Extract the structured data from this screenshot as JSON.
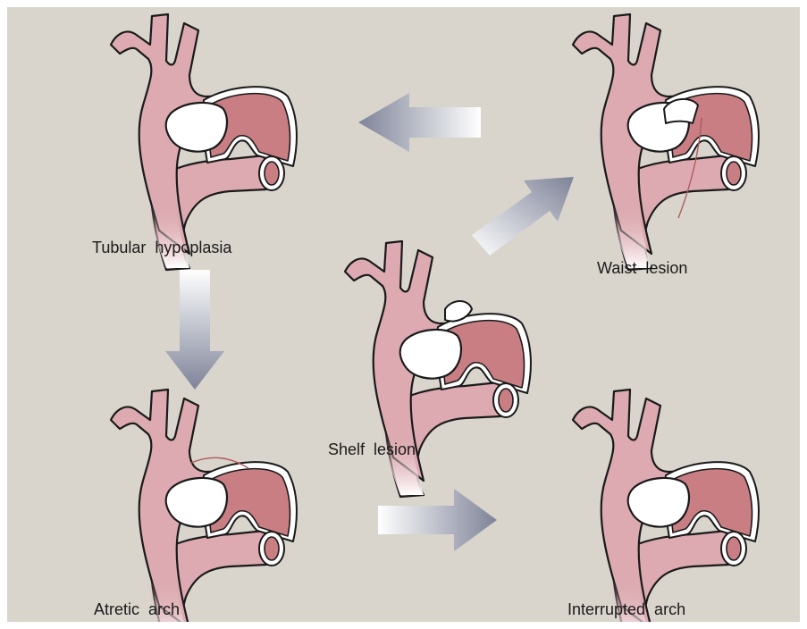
{
  "colors": {
    "background": "#d9d5cc",
    "vessel": "#dcaab0",
    "pulmonary_artery": "#c97e83",
    "arrow_dark": "#7e8398",
    "arrow_light": "#ffffff"
  },
  "diagrams": [
    {
      "id": "tubular-hypoplasia",
      "label": "Tubular  hypoplasia"
    },
    {
      "id": "waist-lesion",
      "label": "Waist  lesion"
    },
    {
      "id": "shelf-lesion",
      "label": "Shelf  lesion"
    },
    {
      "id": "atretic-arch",
      "label": "Atretic  arch"
    },
    {
      "id": "interrupted-arch",
      "label": "Interrupted  arch"
    }
  ]
}
